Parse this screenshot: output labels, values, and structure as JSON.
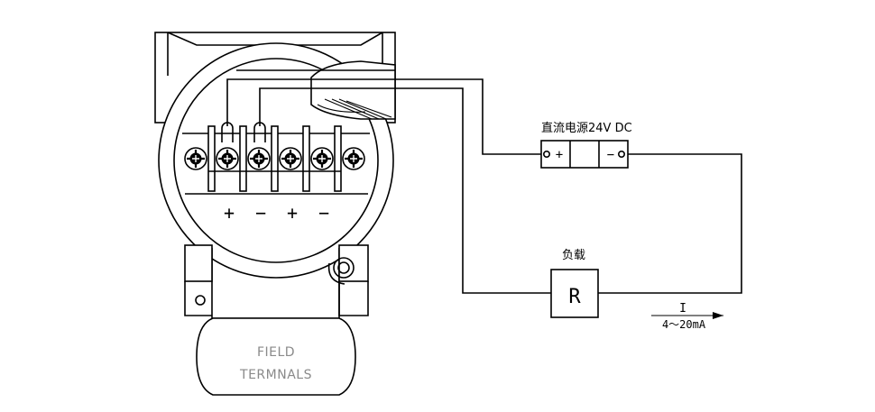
{
  "power_supply": {
    "label": "直流电源24V DC",
    "plus_sign": "+",
    "minus_sign": "−"
  },
  "load": {
    "label": "负载",
    "resistor_symbol": "R"
  },
  "current": {
    "symbol": "I",
    "range": "4～20mA"
  },
  "housing": {
    "field_text_line1": "FIELD",
    "field_text_line2": "TERMNALS"
  },
  "terminal_polarity": [
    "+",
    "−",
    "+",
    "−"
  ]
}
